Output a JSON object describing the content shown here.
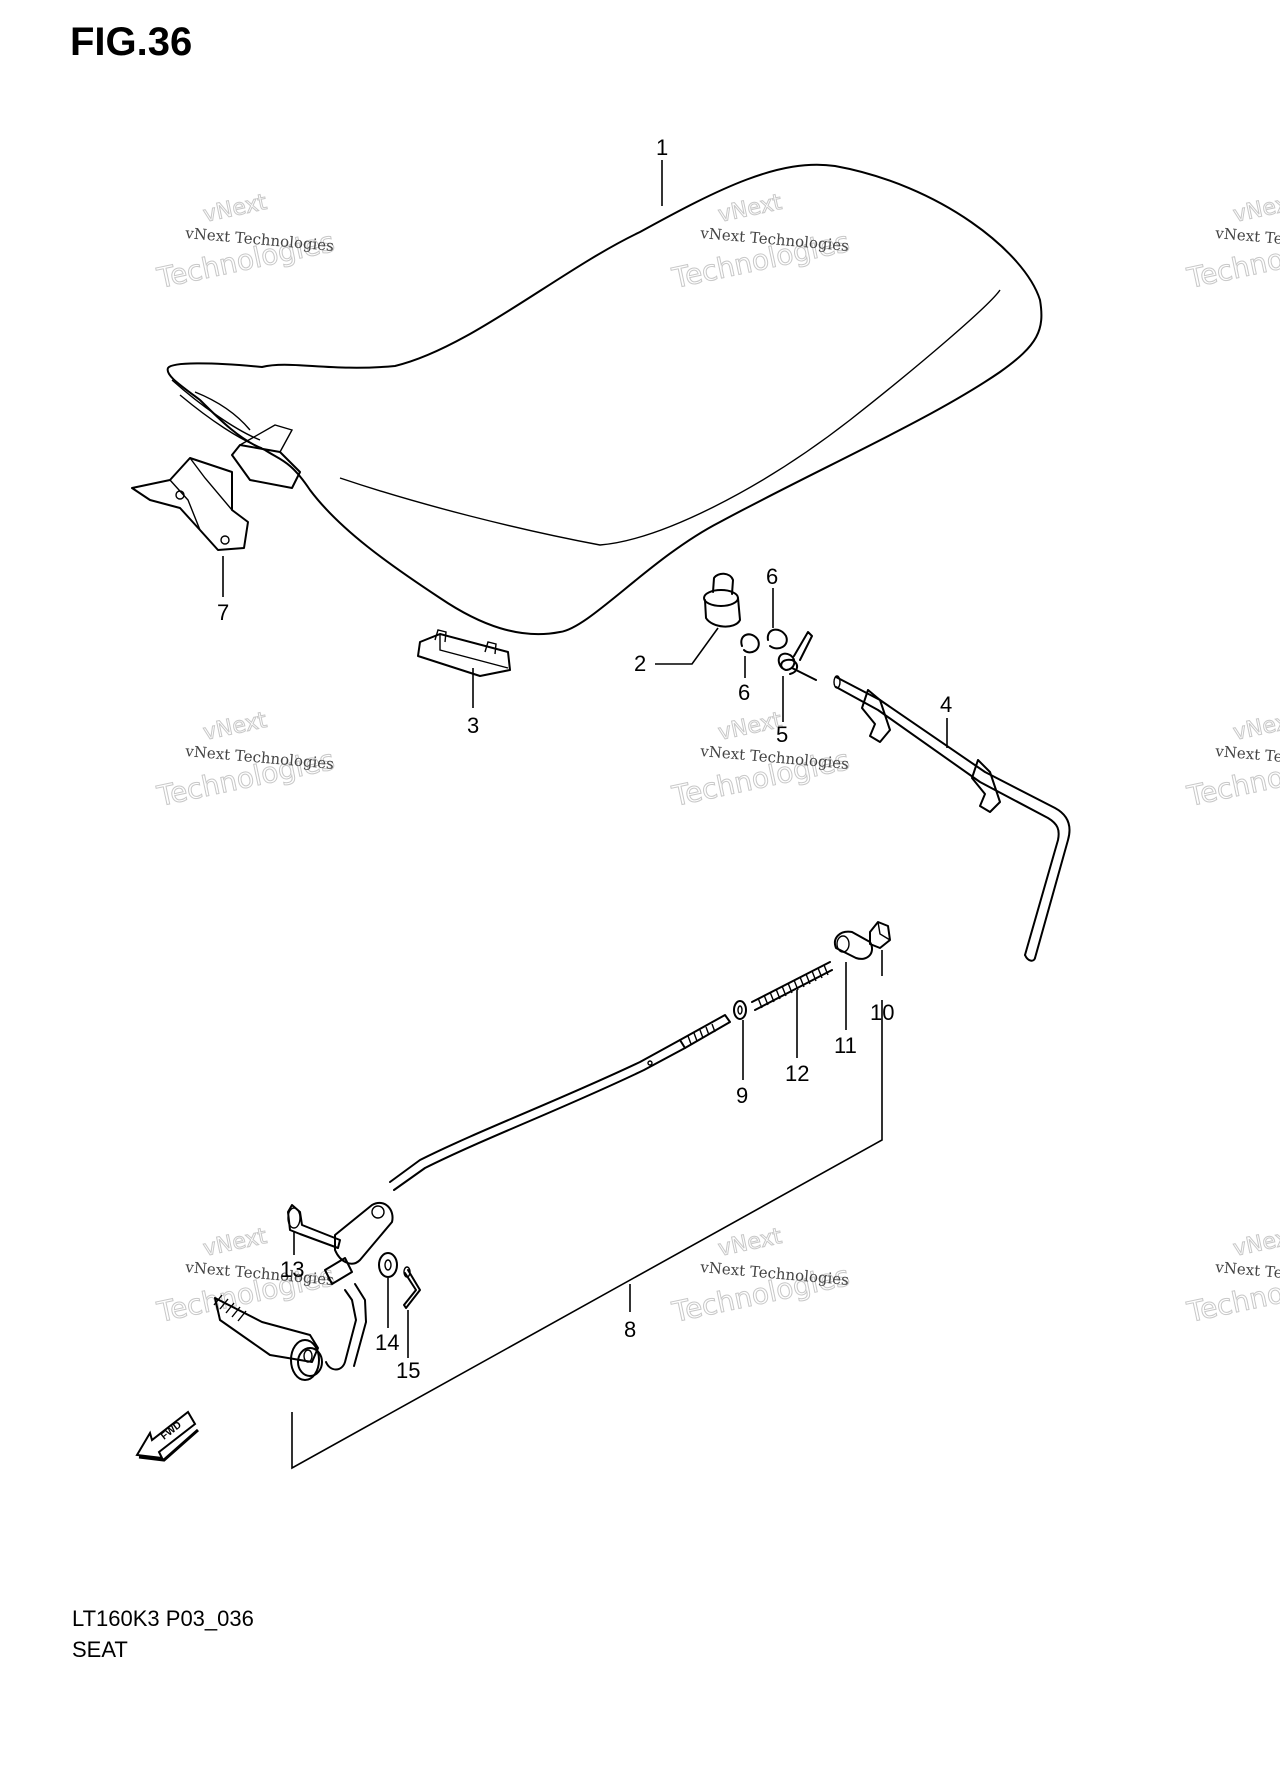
{
  "figure": {
    "title": "FIG.36",
    "code": "LT160K3 P03_036",
    "name": "SEAT"
  },
  "watermark": {
    "line1": "vNext",
    "line2": "vNext Technologies",
    "line3": "Technologies"
  },
  "fwd_label": "FWD",
  "callouts": [
    "1",
    "2",
    "3",
    "4",
    "5",
    "6",
    "6",
    "7",
    "8",
    "9",
    "10",
    "11",
    "12",
    "13",
    "14",
    "15"
  ]
}
